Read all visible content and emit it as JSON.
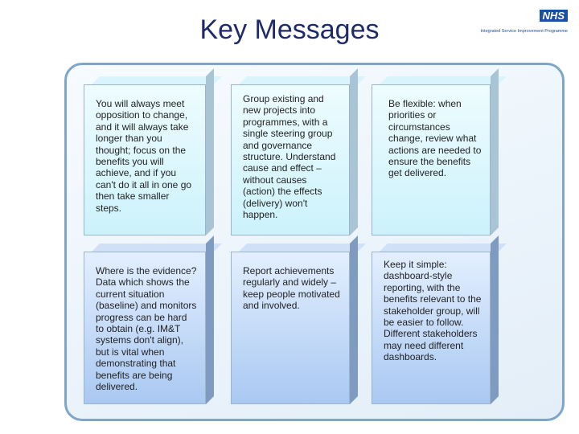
{
  "header": {
    "title": "Key Messages",
    "logo_text": "NHS",
    "programme": "Integrated Service Improvement Programme"
  },
  "cards": [
    {
      "text": "You will always meet opposition to change, and it will always take longer than you thought; focus on the benefits you will achieve, and if you can't do it all in one go then take smaller steps."
    },
    {
      "text": "Group existing and new projects into programmes, with a single steering group and governance structure.  Understand cause and effect – without causes (action) the effects (delivery) won't happen."
    },
    {
      "text": "Be flexible: when priorities or circumstances change, review what actions are needed to ensure the benefits get delivered."
    },
    {
      "text": "Where is the evidence? Data which shows the current situation (baseline) and monitors progress can be hard to obtain (e.g. IM&T systems don't align), but is vital when demonstrating that benefits are being delivered."
    },
    {
      "text": "Report achievements regularly and widely – keep people motivated and involved."
    },
    {
      "text": "Keep it simple: dashboard-style reporting, with the benefits relevant to the stakeholder group, will be easier to follow. Different stakeholders may need different dashboards."
    }
  ],
  "colors": {
    "title": "#1f2a6b",
    "frame_border": "#7fa6c9",
    "row1_face": "#ccf2fb",
    "row2_face": "#a9c8f1"
  }
}
